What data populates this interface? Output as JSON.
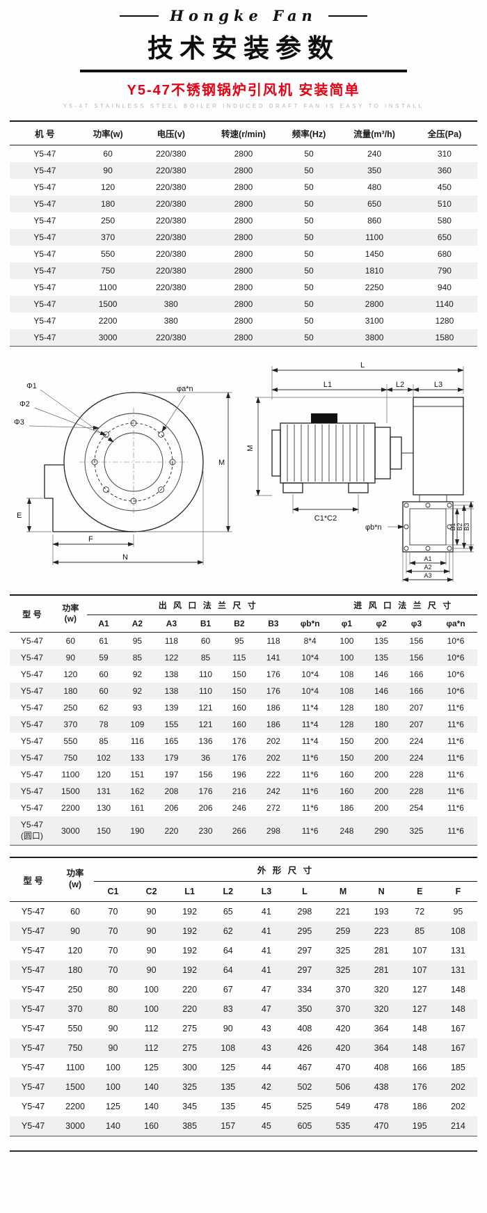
{
  "header": {
    "brand": "Hongke Fan",
    "title": "技术安装参数",
    "subtitle": "Y5-47不锈钢锅炉引风机 安装简单",
    "subtitle_en": "Y5-47 STAINLESS STEEL BOILER INDUCED DRAFT FAN IS EASY TO INSTALL"
  },
  "colors": {
    "accent_red": "#e60012",
    "stripe_gray": "#f0f0f0",
    "ink": "#1a1a1a",
    "muted_gray": "#b7b7b7"
  },
  "table1": {
    "headers": [
      "机  号",
      "功率(w)",
      "电压(v)",
      "转速(r/min)",
      "频率(Hz)",
      "流量(m³/h)",
      "全压(Pa)"
    ],
    "rows": [
      [
        "Y5-47",
        "60",
        "220/380",
        "2800",
        "50",
        "240",
        "310"
      ],
      [
        "Y5-47",
        "90",
        "220/380",
        "2800",
        "50",
        "350",
        "360"
      ],
      [
        "Y5-47",
        "120",
        "220/380",
        "2800",
        "50",
        "480",
        "450"
      ],
      [
        "Y5-47",
        "180",
        "220/380",
        "2800",
        "50",
        "650",
        "510"
      ],
      [
        "Y5-47",
        "250",
        "220/380",
        "2800",
        "50",
        "860",
        "580"
      ],
      [
        "Y5-47",
        "370",
        "220/380",
        "2800",
        "50",
        "1100",
        "650"
      ],
      [
        "Y5-47",
        "550",
        "220/380",
        "2800",
        "50",
        "1450",
        "680"
      ],
      [
        "Y5-47",
        "750",
        "220/380",
        "2800",
        "50",
        "1810",
        "790"
      ],
      [
        "Y5-47",
        "1100",
        "220/380",
        "2800",
        "50",
        "2250",
        "940"
      ],
      [
        "Y5-47",
        "1500",
        "380",
        "2800",
        "50",
        "2800",
        "1140"
      ],
      [
        "Y5-47",
        "2200",
        "380",
        "2800",
        "50",
        "3100",
        "1280"
      ],
      [
        "Y5-47",
        "3000",
        "220/380",
        "2800",
        "50",
        "3800",
        "1580"
      ]
    ]
  },
  "diagram": {
    "left": {
      "phi1": "Φ1",
      "phi2": "Φ2",
      "phi3": "Φ3",
      "phi_a_n": "φa*n",
      "m": "M",
      "e": "E",
      "f": "F",
      "n": "N"
    },
    "right": {
      "l": "L",
      "l1": "L1",
      "l2": "L2",
      "l3": "L3",
      "m": "M",
      "c1c2": "C1*C2",
      "phi_b_n": "φb*n",
      "b1": "B1",
      "b2": "B2",
      "b3": "B3",
      "a1": "A1",
      "a2": "A2",
      "a3": "A3"
    }
  },
  "table2": {
    "col_model": "型  号",
    "col_power_top": "功率",
    "col_power_bottom": "(w)",
    "group_outlet": "出 风 口 法 兰 尺 寸",
    "group_inlet": "进 风 口 法 兰 尺 寸",
    "sub_headers": [
      "A1",
      "A2",
      "A3",
      "B1",
      "B2",
      "B3",
      "φb*n",
      "φ1",
      "φ2",
      "φ3",
      "φa*n"
    ],
    "rows": [
      [
        "Y5-47",
        "60",
        "61",
        "95",
        "118",
        "60",
        "95",
        "118",
        "8*4",
        "100",
        "135",
        "156",
        "10*6"
      ],
      [
        "Y5-47",
        "90",
        "59",
        "85",
        "122",
        "85",
        "115",
        "141",
        "10*4",
        "100",
        "135",
        "156",
        "10*6"
      ],
      [
        "Y5-47",
        "120",
        "60",
        "92",
        "138",
        "110",
        "150",
        "176",
        "10*4",
        "108",
        "146",
        "166",
        "10*6"
      ],
      [
        "Y5-47",
        "180",
        "60",
        "92",
        "138",
        "110",
        "150",
        "176",
        "10*4",
        "108",
        "146",
        "166",
        "10*6"
      ],
      [
        "Y5-47",
        "250",
        "62",
        "93",
        "139",
        "121",
        "160",
        "186",
        "11*4",
        "128",
        "180",
        "207",
        "11*6"
      ],
      [
        "Y5-47",
        "370",
        "78",
        "109",
        "155",
        "121",
        "160",
        "186",
        "11*4",
        "128",
        "180",
        "207",
        "11*6"
      ],
      [
        "Y5-47",
        "550",
        "85",
        "116",
        "165",
        "136",
        "176",
        "202",
        "11*4",
        "150",
        "200",
        "224",
        "11*6"
      ],
      [
        "Y5-47",
        "750",
        "102",
        "133",
        "179",
        "36",
        "176",
        "202",
        "11*6",
        "150",
        "200",
        "224",
        "11*6"
      ],
      [
        "Y5-47",
        "1100",
        "120",
        "151",
        "197",
        "156",
        "196",
        "222",
        "11*6",
        "160",
        "200",
        "228",
        "11*6"
      ],
      [
        "Y5-47",
        "1500",
        "131",
        "162",
        "208",
        "176",
        "216",
        "242",
        "11*6",
        "160",
        "200",
        "228",
        "11*6"
      ],
      [
        "Y5-47",
        "2200",
        "130",
        "161",
        "206",
        "206",
        "246",
        "272",
        "11*6",
        "186",
        "200",
        "254",
        "11*6"
      ],
      [
        "Y5-47\n(圆口)",
        "3000",
        "150",
        "190",
        "220",
        "230",
        "266",
        "298",
        "11*6",
        "248",
        "290",
        "325",
        "11*6"
      ]
    ]
  },
  "table3": {
    "col_model": "型  号",
    "col_power_top": "功率",
    "col_power_bottom": "(w)",
    "group": "外  形  尺  寸",
    "sub_headers": [
      "C1",
      "C2",
      "L1",
      "L2",
      "L3",
      "L",
      "M",
      "N",
      "E",
      "F"
    ],
    "rows": [
      [
        "Y5-47",
        "60",
        "70",
        "90",
        "192",
        "65",
        "41",
        "298",
        "221",
        "193",
        "72",
        "95"
      ],
      [
        "Y5-47",
        "90",
        "70",
        "90",
        "192",
        "62",
        "41",
        "295",
        "259",
        "223",
        "85",
        "108"
      ],
      [
        "Y5-47",
        "120",
        "70",
        "90",
        "192",
        "64",
        "41",
        "297",
        "325",
        "281",
        "107",
        "131"
      ],
      [
        "Y5-47",
        "180",
        "70",
        "90",
        "192",
        "64",
        "41",
        "297",
        "325",
        "281",
        "107",
        "131"
      ],
      [
        "Y5-47",
        "250",
        "80",
        "100",
        "220",
        "67",
        "47",
        "334",
        "370",
        "320",
        "127",
        "148"
      ],
      [
        "Y5-47",
        "370",
        "80",
        "100",
        "220",
        "83",
        "47",
        "350",
        "370",
        "320",
        "127",
        "148"
      ],
      [
        "Y5-47",
        "550",
        "90",
        "112",
        "275",
        "90",
        "43",
        "408",
        "420",
        "364",
        "148",
        "167"
      ],
      [
        "Y5-47",
        "750",
        "90",
        "112",
        "275",
        "108",
        "43",
        "426",
        "420",
        "364",
        "148",
        "167"
      ],
      [
        "Y5-47",
        "1100",
        "100",
        "125",
        "300",
        "125",
        "44",
        "467",
        "470",
        "408",
        "166",
        "185"
      ],
      [
        "Y5-47",
        "1500",
        "100",
        "140",
        "325",
        "135",
        "42",
        "502",
        "506",
        "438",
        "176",
        "202"
      ],
      [
        "Y5-47",
        "2200",
        "125",
        "140",
        "345",
        "135",
        "45",
        "525",
        "549",
        "478",
        "186",
        "202"
      ],
      [
        "Y5-47",
        "3000",
        "140",
        "160",
        "385",
        "157",
        "45",
        "605",
        "535",
        "470",
        "195",
        "214"
      ]
    ]
  }
}
